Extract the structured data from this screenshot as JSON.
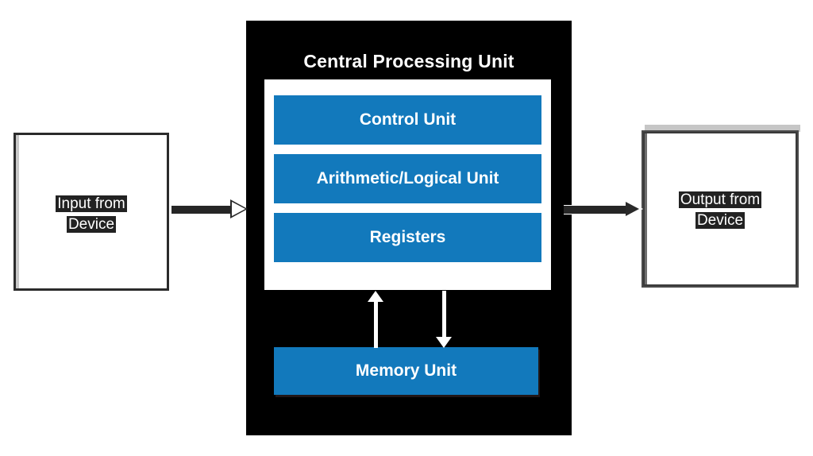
{
  "diagram": {
    "title": "Central Processing Unit",
    "cpu": {
      "label": "Central Processing Unit",
      "units": [
        {
          "id": "control-unit",
          "label": "Control Unit"
        },
        {
          "id": "arithmetic-logical-unit",
          "label": "Arithmetic/Logical Unit"
        },
        {
          "id": "registers",
          "label": "Registers"
        }
      ],
      "memory": {
        "id": "memory-unit",
        "label": "Memory Unit"
      }
    },
    "io": {
      "input": {
        "id": "input-device",
        "line1": "Input from",
        "line2": "Device"
      },
      "output": {
        "id": "output-device",
        "line1": "Output from",
        "line2": "Device"
      }
    },
    "arrows": [
      {
        "id": "input-to-cpu-arrow",
        "direction": "right",
        "from": "input-device",
        "to": "cpu"
      },
      {
        "id": "cpu-to-output-arrow",
        "direction": "right",
        "from": "cpu",
        "to": "output-device"
      },
      {
        "id": "memory-to-cpu-arrow",
        "direction": "up",
        "from": "memory-unit",
        "to": "cpu-panel"
      },
      {
        "id": "cpu-to-memory-arrow",
        "direction": "down",
        "from": "cpu-panel",
        "to": "memory-unit"
      }
    ],
    "colors": {
      "unit_blue": "#1279BC",
      "cpu_background": "#000000",
      "panel_background": "#FFFFFF",
      "page_background": "#FFFFFF",
      "io_border": "#2B2B2B",
      "arrow_white": "#FFFFFF",
      "arrow_dark": "#262626"
    }
  }
}
